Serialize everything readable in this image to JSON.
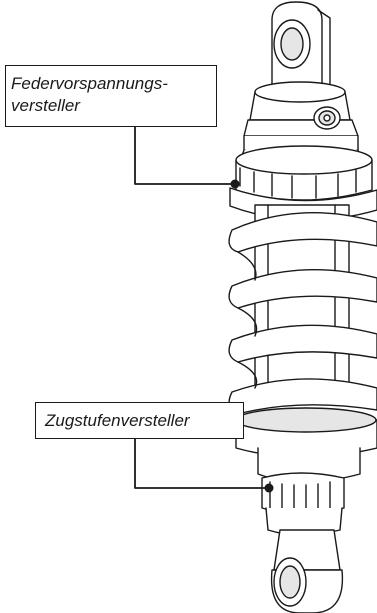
{
  "figure": {
    "subject": "shock-absorber",
    "callouts": [
      {
        "id": "spring-preload-adjuster",
        "lines": [
          "Federvorspannungs-",
          "versteller"
        ]
      },
      {
        "id": "rebound-damping-adjuster",
        "lines": [
          "Zugstufenversteller"
        ]
      }
    ]
  },
  "colors": {
    "line": "#1a1a1a",
    "fill": "#ffffff",
    "shade": "#e6e6e6"
  }
}
